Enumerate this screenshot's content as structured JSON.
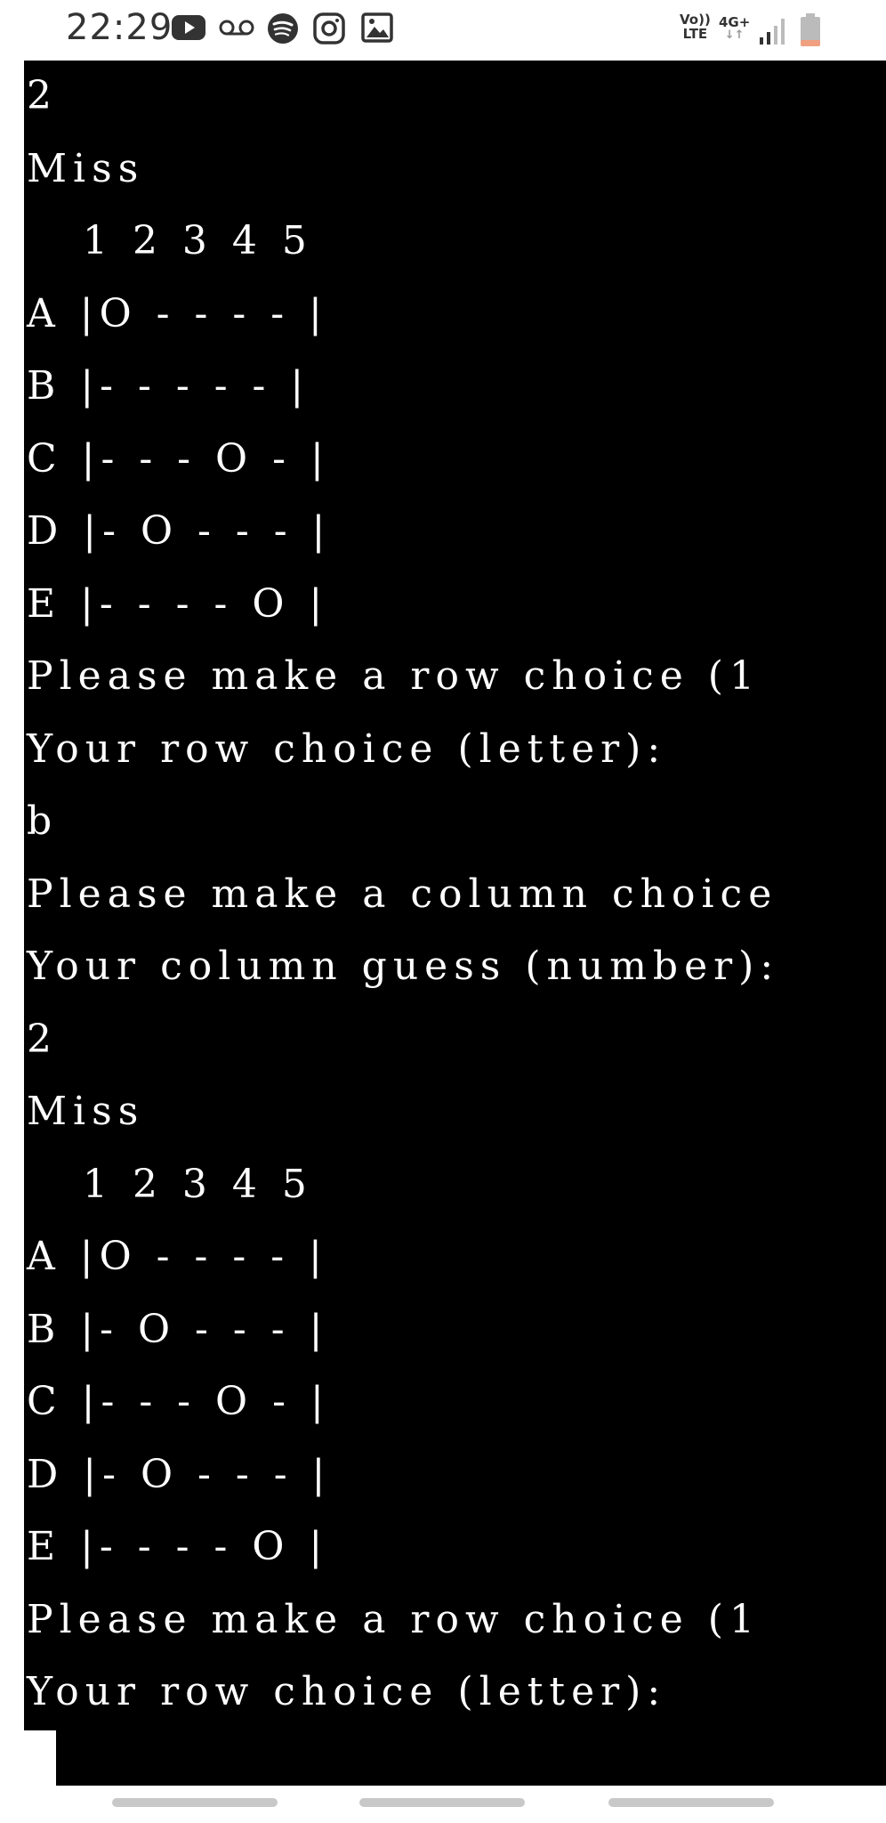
{
  "status_bar": {
    "time": "22:29",
    "icons": [
      "youtube-icon",
      "voicemail-icon",
      "spotify-icon",
      "instagram-icon",
      "gallery-icon"
    ],
    "network_label_top": "Vo))",
    "network_label_bottom": "LTE",
    "network_type": "4G+",
    "signal_icon": "signal-icon",
    "battery_icon": "battery-icon",
    "battery_color": "#f0a080"
  },
  "terminal": {
    "background": "#000000",
    "foreground": "#ffffff",
    "lines": [
      "2",
      "Miss",
      "   1 2 3 4 5",
      "A |O - - - - |",
      "B |- - - - - |",
      "C |- - - O - |",
      "D |- O - - - |",
      "E |- - - - O |",
      "Please make a row choice (1",
      "Your row choice (letter):",
      "b",
      "Please make a column choice",
      "Your column guess (number):",
      "2",
      "Miss",
      "   1 2 3 4 5",
      "A |O - - - - |",
      "B |- O - - - |",
      "C |- - - O - |",
      "D |- O - - - |",
      "E |- - - - O |",
      "Please make a row choice (1",
      "Your row choice (letter):"
    ]
  },
  "nav_bar": {
    "pills": [
      "recents-pill",
      "home-pill",
      "back-pill"
    ]
  }
}
